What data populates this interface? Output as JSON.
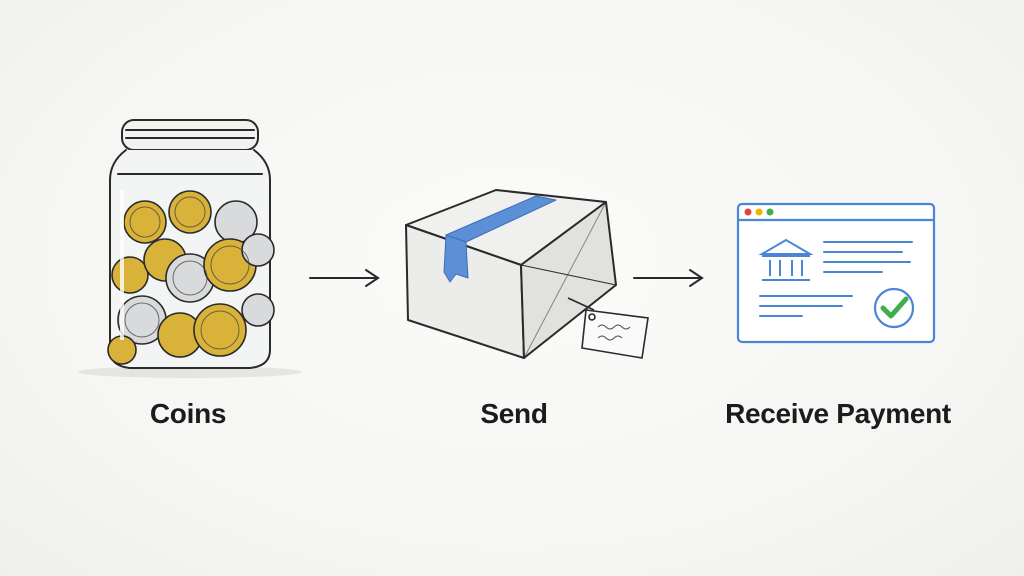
{
  "steps": [
    {
      "label": "Coins",
      "icon": "coin-jar-icon"
    },
    {
      "label": "Send",
      "icon": "package-box-icon"
    },
    {
      "label": "Receive Payment",
      "icon": "browser-payment-icon"
    }
  ],
  "colors": {
    "ink": "#2a2a2a",
    "gold": "#d9b23a",
    "silver": "#d9dadc",
    "tape": "#5b8fd6",
    "browser": "#4a86d8",
    "check": "#3fae49",
    "dot_red": "#e0443a",
    "dot_yellow": "#f0b400",
    "dot_green": "#3fae49"
  }
}
